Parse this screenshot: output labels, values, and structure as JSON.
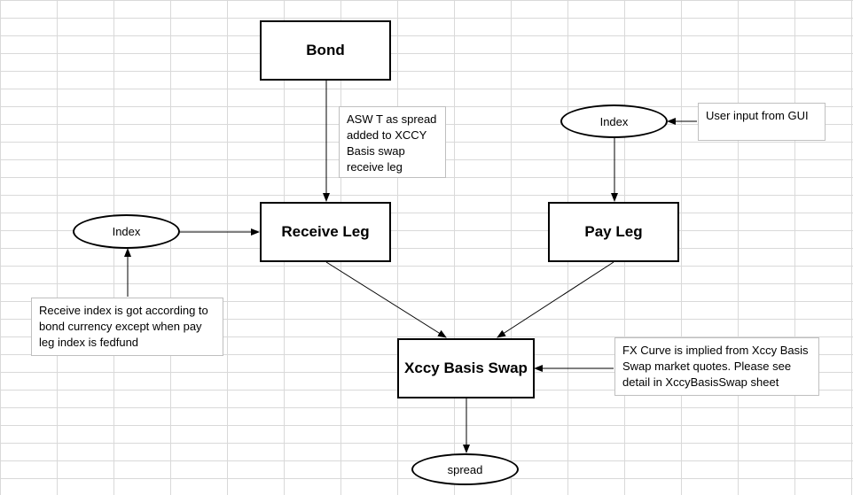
{
  "nodes": {
    "bond": "Bond",
    "receive_leg": "Receive Leg",
    "pay_leg": "Pay Leg",
    "xccy_basis_swap": "Xccy Basis Swap",
    "receive_index": "Index",
    "pay_index": "Index",
    "spread": "spread"
  },
  "notes": {
    "asw": "ASW T as spread added to XCCY Basis swap receive leg",
    "user_input": "User input from GUI",
    "receive_index_rule": "Receive index is got according to bond currency except when pay leg index is fedfund",
    "fx_curve": "FX Curve is implied from Xccy Basis Swap market quotes. Please see detail in XccyBasisSwap sheet"
  },
  "edges": [
    {
      "from": "bond",
      "to": "receive_leg"
    },
    {
      "from": "receive_index",
      "to": "receive_leg"
    },
    {
      "from": "receive_index_rule",
      "to": "receive_index"
    },
    {
      "from": "user_input",
      "to": "pay_index"
    },
    {
      "from": "pay_index",
      "to": "pay_leg"
    },
    {
      "from": "receive_leg",
      "to": "xccy_basis_swap"
    },
    {
      "from": "pay_leg",
      "to": "xccy_basis_swap"
    },
    {
      "from": "fx_curve",
      "to": "xccy_basis_swap"
    },
    {
      "from": "xccy_basis_swap",
      "to": "spread"
    }
  ]
}
